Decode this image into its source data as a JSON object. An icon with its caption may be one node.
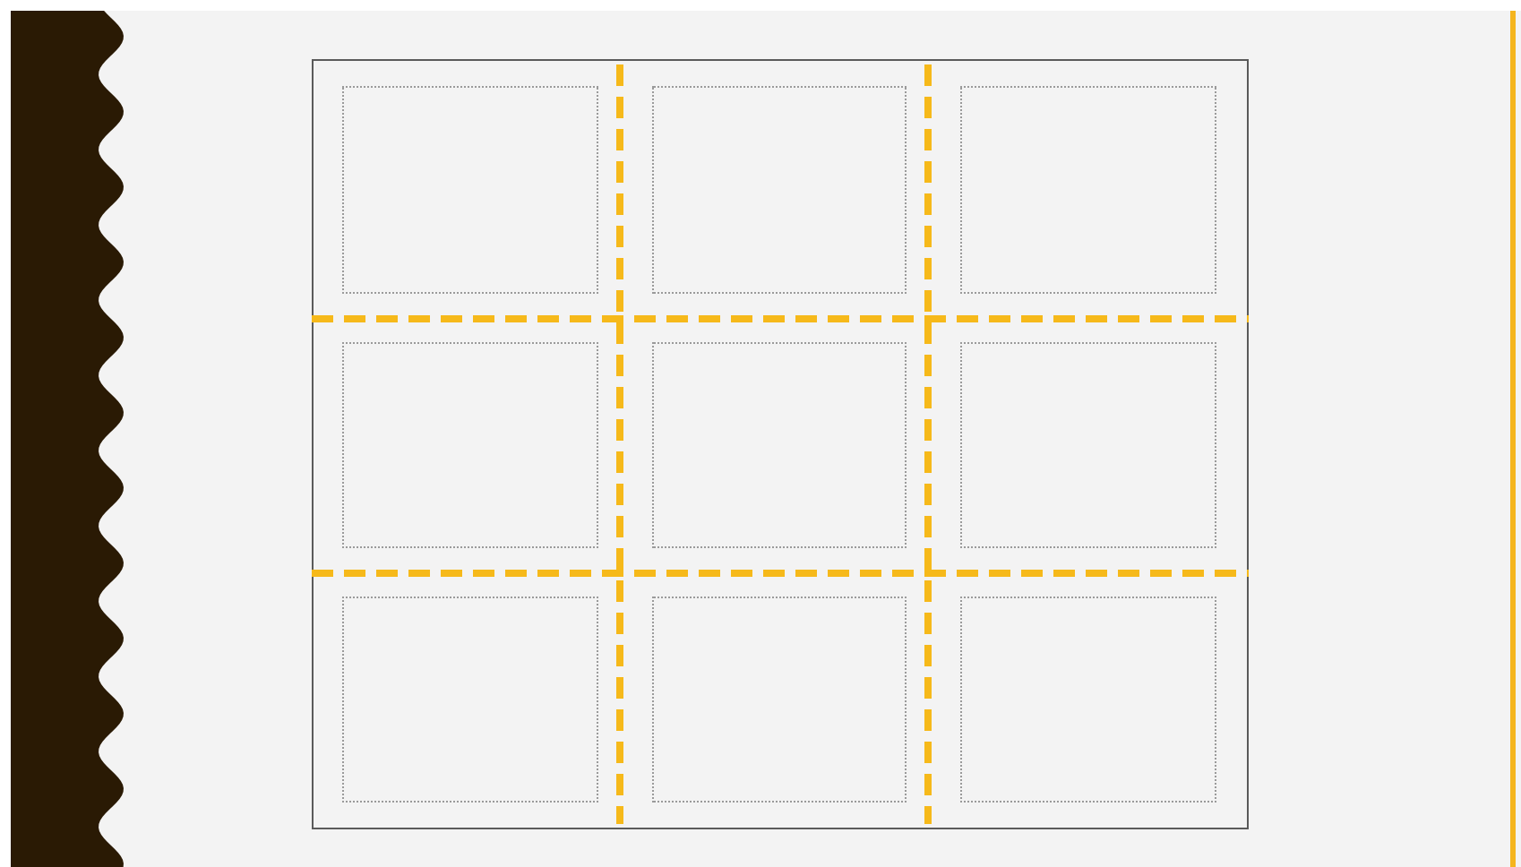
{
  "diagram": {
    "nodes": [
      {
        "text": [],
        "shape": "box"
      },
      {
        "text": [],
        "shape": "box",
        "in": 0
      },
      {
        "text": [],
        "shape": "box",
        "in": 0
      },
      {
        "text": [],
        "shape": "box",
        "in": 0
      },
      {
        "text": [],
        "shape": "box",
        "in": 0
      },
      {
        "text": [],
        "shape": "box",
        "in": 0
      },
      {
        "text": [],
        "shape": "box",
        "in": 0
      },
      {
        "text": [],
        "shape": "box",
        "in": 0
      },
      {
        "text": [],
        "shape": "box",
        "in": 0
      },
      {
        "text": [],
        "shape": "box",
        "in": 0
      }
    ]
  }
}
